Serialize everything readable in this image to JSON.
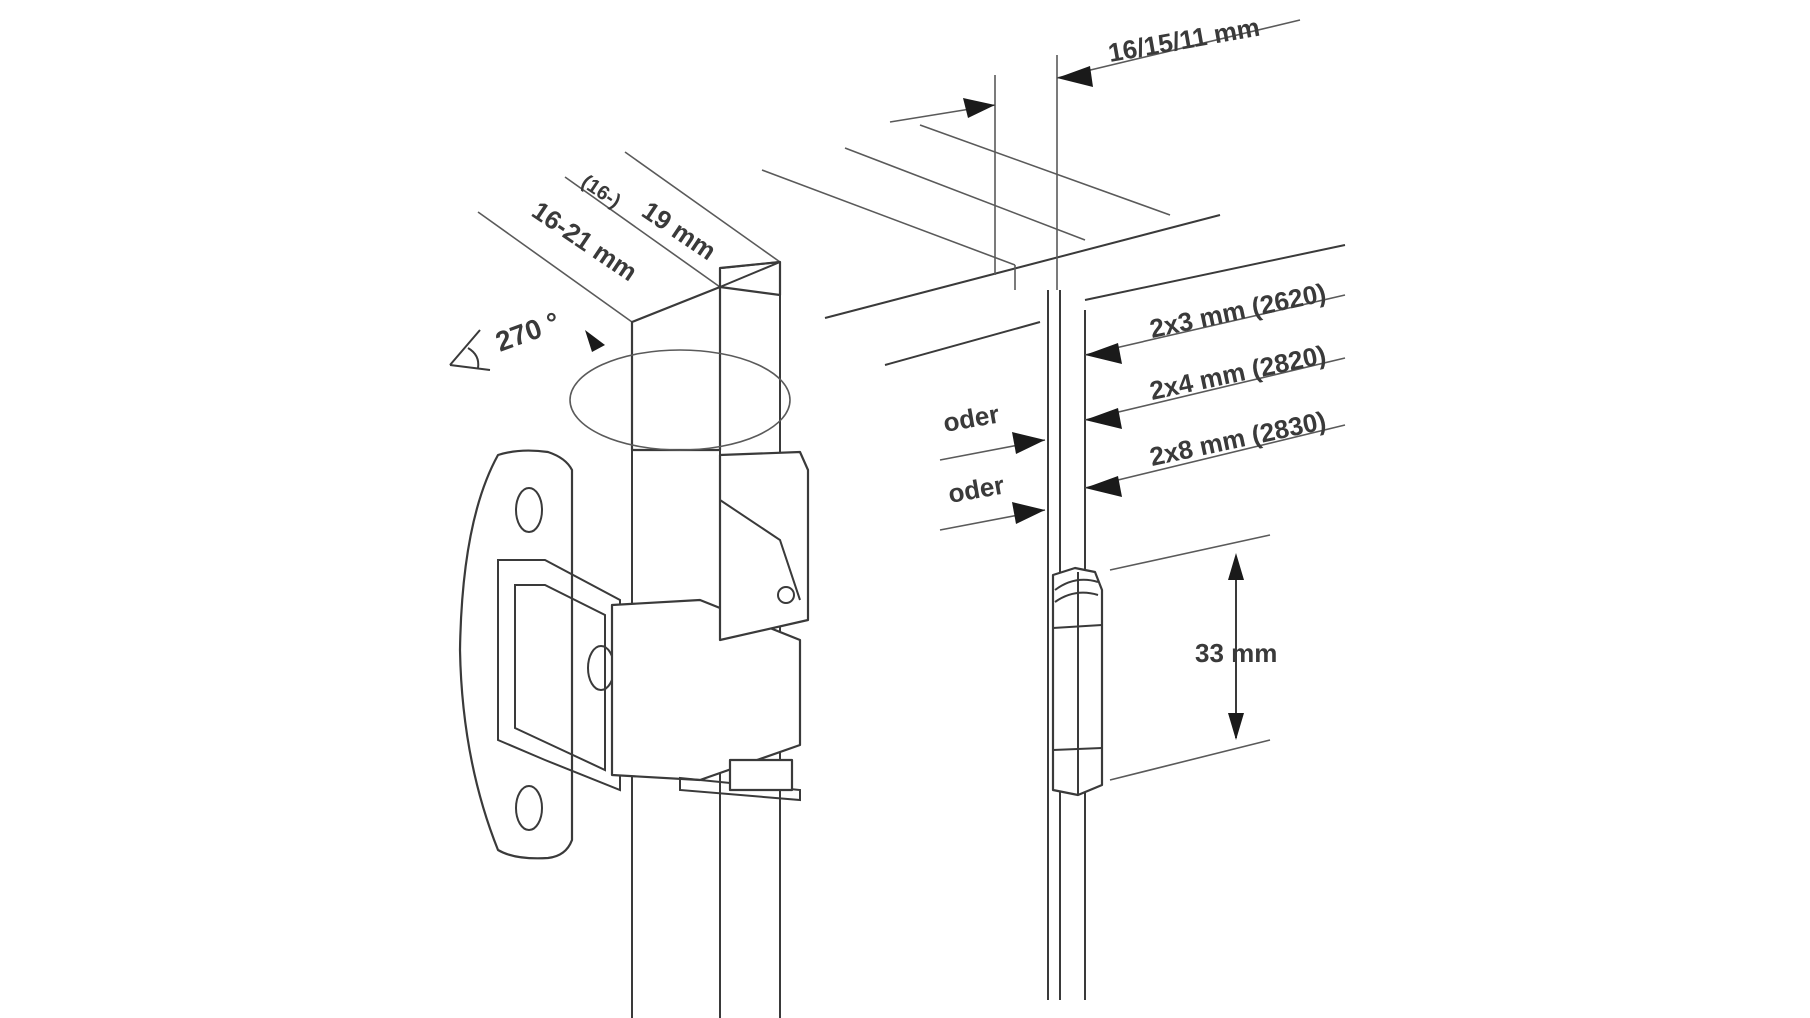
{
  "labels": {
    "angle": "270 °",
    "thickness_range": "16-21 mm",
    "thickness_std": "19 mm",
    "thickness_std_prefix": "(16-)",
    "gap": "16/15/11 mm",
    "bore_1": "2x3 mm (2620)",
    "bore_2": "2x4 mm (2820)",
    "bore_3": "2x8 mm (2830)",
    "oder_1": "oder",
    "oder_2": "oder",
    "height": "33 mm"
  },
  "icons": {
    "angle_symbol": "angle-icon",
    "rotation": "rotation-arc-icon",
    "dimension_arrow": "arrowhead-icon"
  },
  "colors": {
    "line": "#3a3a3a",
    "background": "#ffffff"
  }
}
